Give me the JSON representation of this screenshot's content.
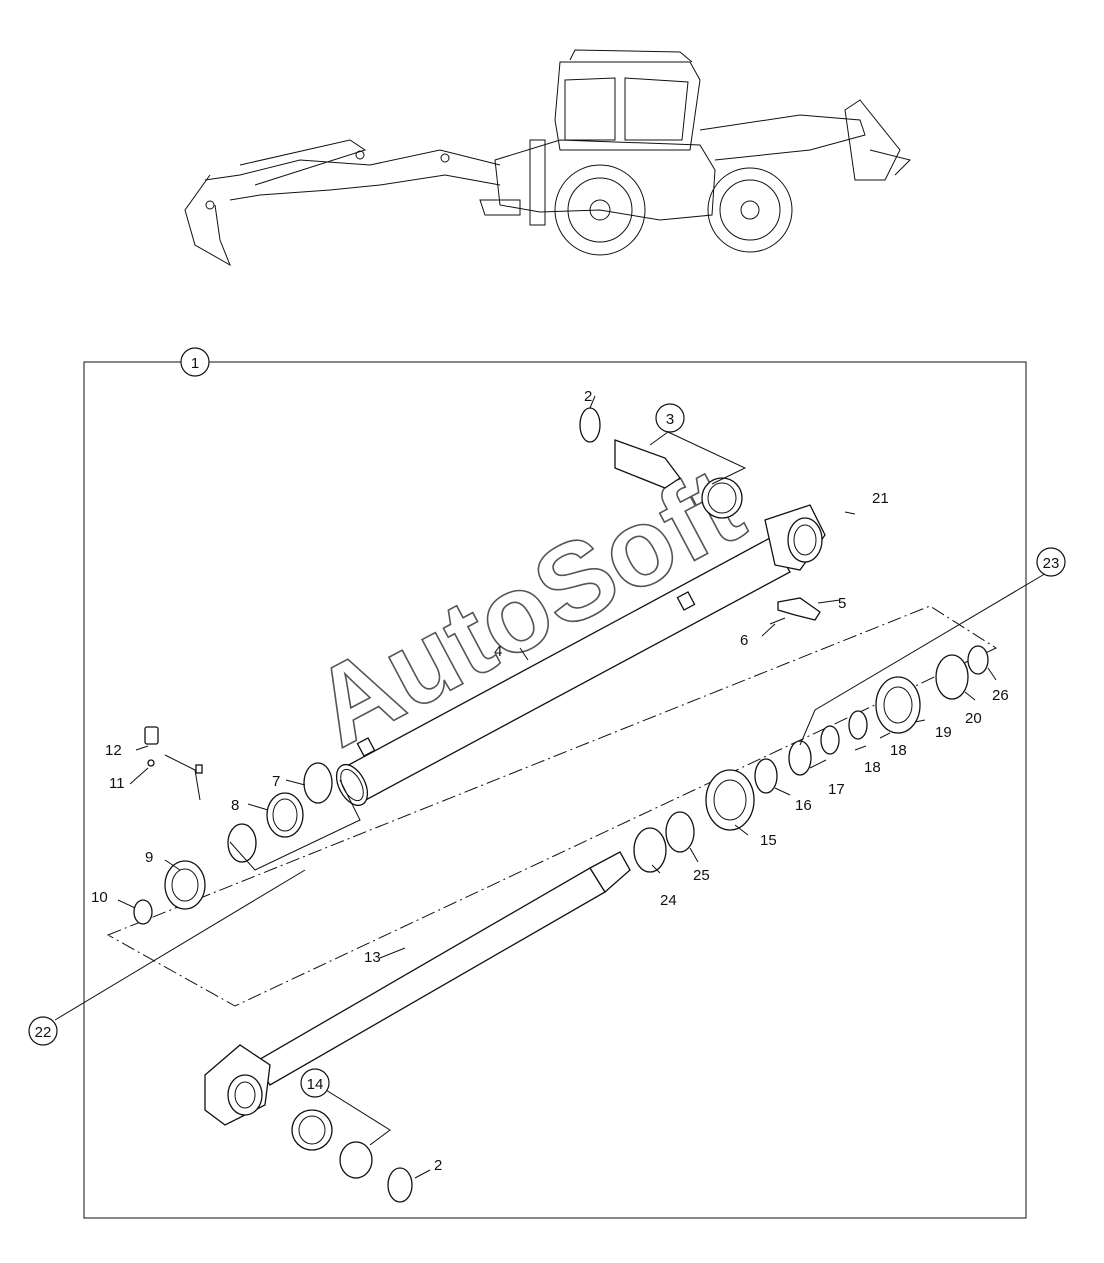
{
  "watermark": "AutoSoft",
  "callouts": {
    "c1": "1",
    "c2a": "2",
    "c2b": "2",
    "c3": "3",
    "c4": "4",
    "c5": "5",
    "c6": "6",
    "c7": "7",
    "c8": "8",
    "c9": "9",
    "c10": "10",
    "c11": "11",
    "c12": "12",
    "c13": "13",
    "c14": "14",
    "c15": "15",
    "c16": "16",
    "c17": "17",
    "c18a": "18",
    "c18b": "18",
    "c19": "19",
    "c20": "20",
    "c21": "21",
    "c22": "22",
    "c23": "23",
    "c24": "24",
    "c25": "25",
    "c26": "26"
  },
  "colors": {
    "line": "#111111",
    "background": "#ffffff",
    "watermark": "#555555"
  }
}
